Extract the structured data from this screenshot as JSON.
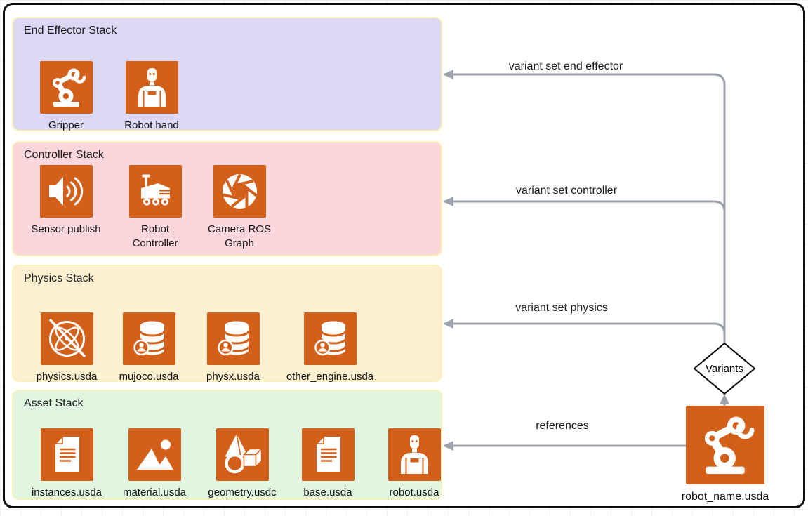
{
  "diagram": {
    "panels": [
      {
        "title": "End Effector Stack",
        "items": [
          {
            "label": "Gripper",
            "icon": "robot-arm-icon"
          },
          {
            "label": "Robot hand",
            "icon": "robot-bust-icon"
          }
        ]
      },
      {
        "title": "Controller Stack",
        "items": [
          {
            "label": "Sensor publish",
            "icon": "speaker-icon"
          },
          {
            "label": "Robot Controller",
            "icon": "rover-icon"
          },
          {
            "label": "Camera ROS Graph",
            "icon": "camera-aperture-icon"
          }
        ]
      },
      {
        "title": "Physics Stack",
        "items": [
          {
            "label": "physics.usda",
            "icon": "atom-crossed-icon"
          },
          {
            "label": "mujoco.usda",
            "icon": "database-user-icon"
          },
          {
            "label": "physx.usda",
            "icon": "database-user-icon"
          },
          {
            "label": "other_engine.usda",
            "icon": "database-user-icon"
          }
        ]
      },
      {
        "title": "Asset Stack",
        "items": [
          {
            "label": "instances.usda",
            "icon": "document-icon"
          },
          {
            "label": "material.usda",
            "icon": "image-icon"
          },
          {
            "label": "geometry.usdc",
            "icon": "shapes-icon"
          },
          {
            "label": "base.usda",
            "icon": "document-icon"
          },
          {
            "label": "robot.usda",
            "icon": "robot-bust-icon"
          }
        ]
      }
    ],
    "edges": [
      {
        "label": "variant set end effector"
      },
      {
        "label": "variant set controller"
      },
      {
        "label": "variant set physics"
      },
      {
        "label": "references"
      }
    ],
    "variants_node": {
      "label": "Variants"
    },
    "root_node": {
      "label": "robot_name.usda",
      "icon": "robot-arm-icon"
    },
    "colors": {
      "icon_orange": "#D2601B",
      "panel_end_effector": "#DBD8F6",
      "panel_controller": "#FBD6DA",
      "panel_physics": "#FCF0D0",
      "panel_asset": "#E0F6E1",
      "panel_border": "#F9F1B7",
      "connector_gray": "#9CA2AC",
      "frame_border": "#0D0D0D"
    }
  }
}
